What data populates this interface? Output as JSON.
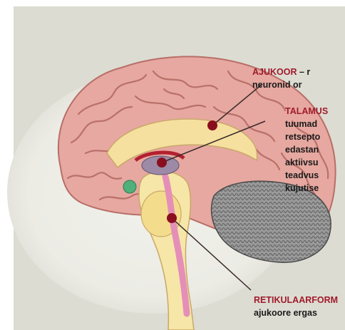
{
  "labels": {
    "ajukoor": {
      "title": "AJUKOOR",
      "line1_rest": " – r",
      "line2": "neuronid or"
    },
    "talamus": {
      "title": "TALAMUS",
      "lines": [
        "tuumad",
        "retsepto",
        "edastan",
        "aktiivsu",
        "teadvus",
        "kujutise"
      ]
    },
    "retikulaar": {
      "title": "RETIKULAARFORM",
      "line2": "ajukoore ergas"
    }
  },
  "colors": {
    "panel": "#dcdcd2",
    "accent": "#a11a2a",
    "marker": "#8a0f1e",
    "cortex": "#e6a8a0",
    "cortex_outline": "#b86e68",
    "cerebellum": "#8e8e8e",
    "brainstem": "#f6e6a8",
    "thalamus": "#9c8aa6",
    "green_nucleus": "#4fb07a",
    "pink_tract": "#e58fb8"
  }
}
